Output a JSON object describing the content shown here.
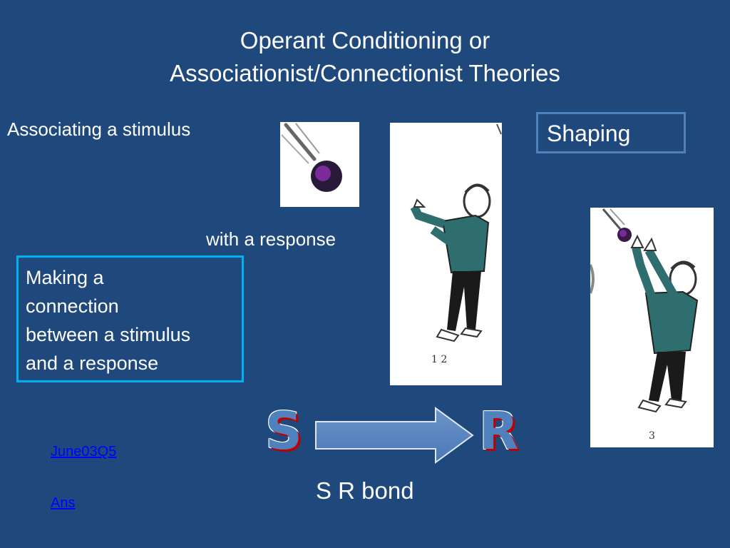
{
  "title": {
    "line1": "Operant Conditioning or",
    "line2": "Associationist/Connectionist Theories"
  },
  "associating_text": "Associating a stimulus",
  "with_response_text": "with a response",
  "shaping_label": "Shaping",
  "connection_box": {
    "line1": "Making a",
    "line2": "connection",
    "line3": "between a stimulus",
    "line4": "and a response"
  },
  "links": {
    "june": "June03Q5",
    "ans": "Ans"
  },
  "diagram": {
    "s_letter": "S",
    "r_letter": "R",
    "bond_label": "S R bond"
  },
  "figure_labels": {
    "man1_numbers": "1    2",
    "man2_number": "3"
  },
  "colors": {
    "background": "#1f497d",
    "accent": "#4f81bd",
    "connection_border": "#00b0f0",
    "link": "#0000ff",
    "letter_shadow": "#c00000"
  }
}
